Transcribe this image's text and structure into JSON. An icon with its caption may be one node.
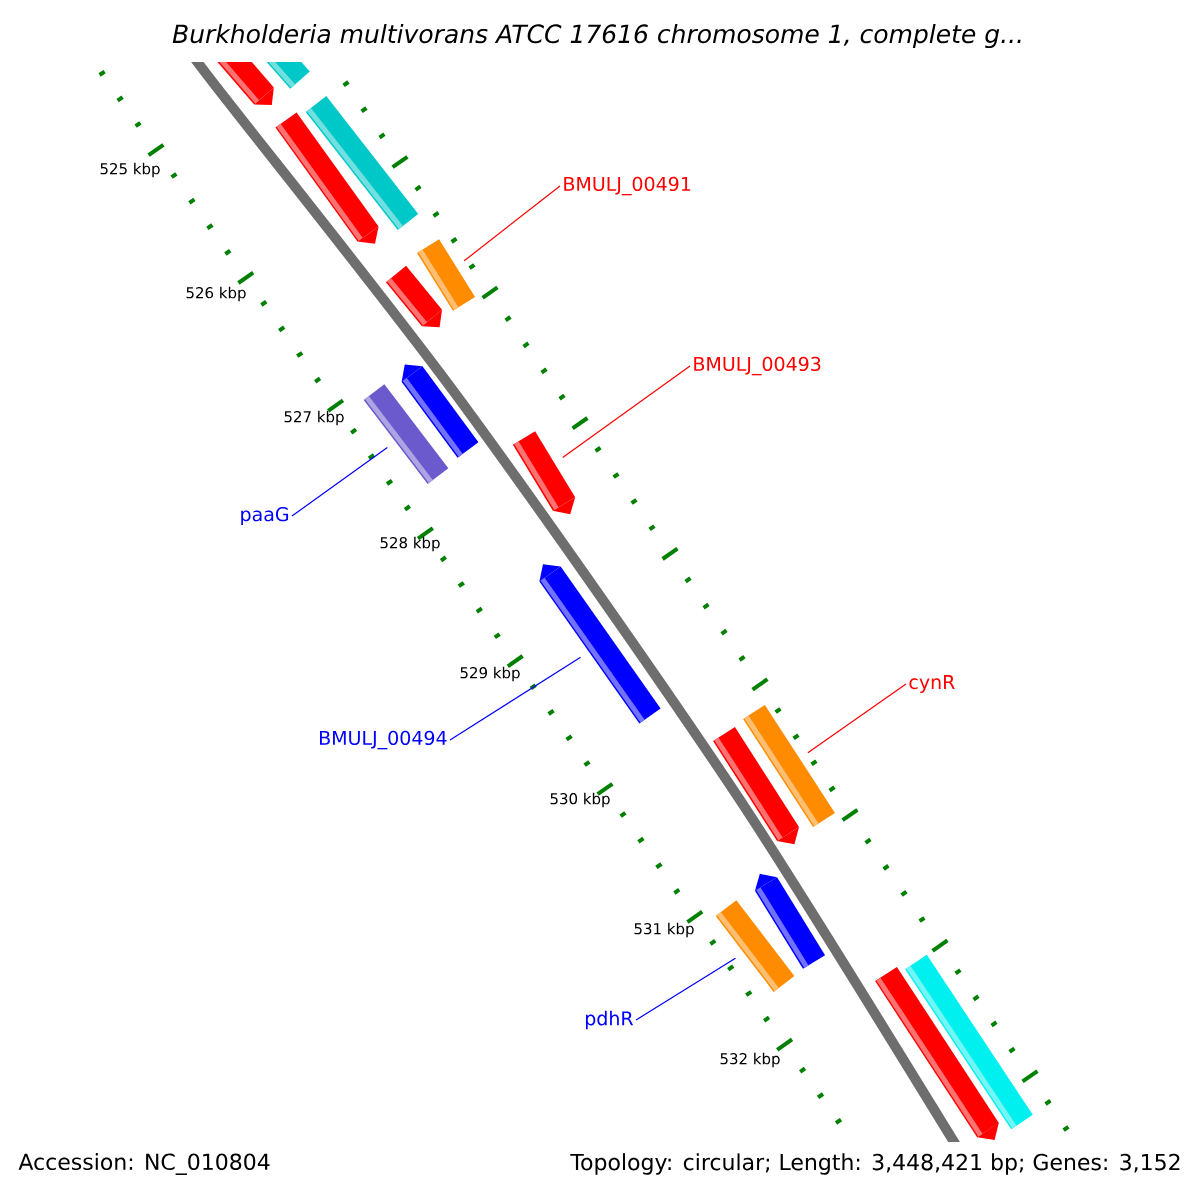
{
  "diagram": {
    "title": "Burkholderia multivorans ATCC 17616 chromosome 1, complete g...",
    "nodes": [
      {
        "text": [
          "BMULJ_00491"
        ]
      },
      {
        "text": [
          "BMULJ_00493"
        ]
      },
      {
        "text": [
          "paaG"
        ]
      },
      {
        "text": [
          "BMULJ_00494"
        ]
      },
      {
        "text": [
          "cynR"
        ]
      },
      {
        "text": [
          "pdhR"
        ]
      },
      {
        "text": [],
        "shape": "bar"
      },
      {
        "text": [],
        "shape": "bar"
      },
      {
        "text": [],
        "shape": "bar"
      },
      {
        "text": [],
        "shape": "bar"
      },
      {
        "text": [],
        "shape": "bar"
      },
      {
        "text": [],
        "shape": "bar"
      }
    ],
    "edges": [
      {
        "from": 0,
        "to": 6,
        "arrow": "none",
        "color": "#ff0000"
      },
      {
        "from": 1,
        "to": 8,
        "arrow": "none",
        "color": "#ff0000"
      },
      {
        "from": 2,
        "to": 7,
        "arrow": "none",
        "color": "#0000ff"
      },
      {
        "from": 3,
        "to": 9,
        "arrow": "none",
        "color": "#0000ff"
      },
      {
        "from": 4,
        "to": 10,
        "arrow": "none",
        "color": "#ff0000"
      },
      {
        "from": 5,
        "to": 11,
        "arrow": "none",
        "color": "#0000ff"
      }
    ],
    "labels": [
      "525 kbp",
      "526 kbp",
      "527 kbp",
      "528 kbp",
      "529 kbp",
      "530 kbp",
      "531 kbp",
      "532 kbp",
      "Accession: NC_010804",
      "Topology: circular; Length: 3,448,421 bp; Genes: 3,152"
    ]
  }
}
